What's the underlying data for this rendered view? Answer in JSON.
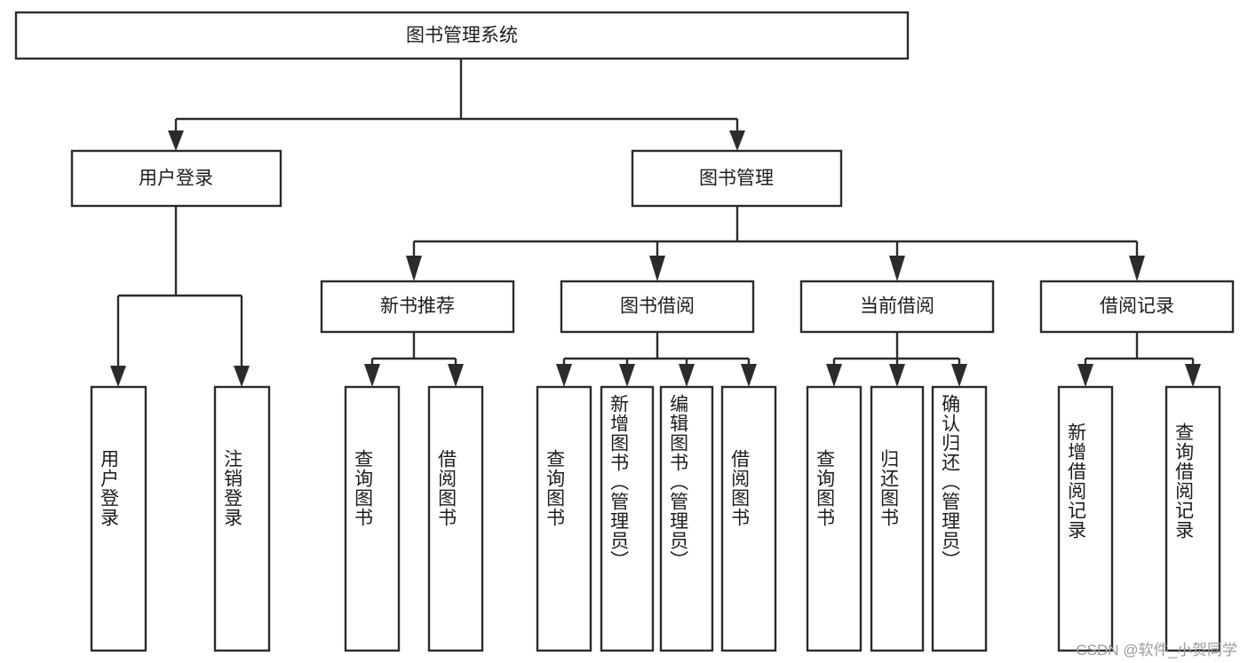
{
  "diagram": {
    "title": "图书管理系统",
    "watermark": "CSDN @软件_小贺同学",
    "colors": {
      "box_stroke": "#2b2b2b",
      "box_fill": "#ffffff",
      "text": "#1c1c1c",
      "background": "#ffffff",
      "watermark": "#9a9a9a"
    },
    "root": {
      "label": "图书管理系统",
      "orientation": "horizontal"
    },
    "level2": [
      {
        "label": "用户登录",
        "orientation": "horizontal"
      },
      {
        "label": "图书管理",
        "orientation": "horizontal"
      }
    ],
    "level3": [
      {
        "label": "新书推荐",
        "orientation": "horizontal",
        "parent": "图书管理"
      },
      {
        "label": "图书借阅",
        "orientation": "horizontal",
        "parent": "图书管理"
      },
      {
        "label": "当前借阅",
        "orientation": "horizontal",
        "parent": "图书管理"
      },
      {
        "label": "借阅记录",
        "orientation": "horizontal",
        "parent": "图书管理"
      }
    ],
    "leaves": [
      {
        "label": "用户登录",
        "orientation": "vertical",
        "parent": "用户登录"
      },
      {
        "label": "注销登录",
        "orientation": "vertical",
        "parent": "用户登录"
      },
      {
        "label": "查询图书",
        "orientation": "vertical",
        "parent": "新书推荐"
      },
      {
        "label": "借阅图书",
        "orientation": "vertical",
        "parent": "新书推荐"
      },
      {
        "label": "查询图书",
        "orientation": "vertical",
        "parent": "图书借阅"
      },
      {
        "label": "新增图书（管理员）",
        "orientation": "vertical",
        "parent": "图书借阅"
      },
      {
        "label": "编辑图书（管理员）",
        "orientation": "vertical",
        "parent": "图书借阅"
      },
      {
        "label": "借阅图书",
        "orientation": "vertical",
        "parent": "图书借阅"
      },
      {
        "label": "查询图书",
        "orientation": "vertical",
        "parent": "当前借阅"
      },
      {
        "label": "归还图书",
        "orientation": "vertical",
        "parent": "当前借阅"
      },
      {
        "label": "确认归还（管理员）",
        "orientation": "vertical",
        "parent": "当前借阅"
      },
      {
        "label": "新增借阅记录",
        "orientation": "vertical",
        "parent": "借阅记录"
      },
      {
        "label": "查询借阅记录",
        "orientation": "vertical",
        "parent": "借阅记录"
      }
    ]
  }
}
